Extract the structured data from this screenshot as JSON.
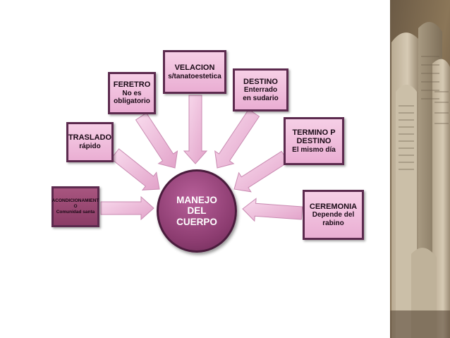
{
  "center": {
    "lines": [
      "MANEJO",
      "DEL",
      "CUERPO"
    ]
  },
  "nodes": {
    "velacion": {
      "title": "VELACION",
      "sub": "s/tanatoestetica"
    },
    "feretro": {
      "title": "FERETRO",
      "sub": "No es obligatorio"
    },
    "destino": {
      "title": "DESTINO",
      "sub": "Enterrado en sudario"
    },
    "traslado": {
      "title": "TRASLADO",
      "sub": "rápido"
    },
    "termino": {
      "title": "TERMINO P DESTINO",
      "sub": "El mismo día"
    },
    "acondicionamiento": {
      "title": "ACONDICIONAMIENT O",
      "sub": "Comunidad santa"
    },
    "ceremonia": {
      "title": "CEREMONIA",
      "sub": "Depende del rabino"
    }
  },
  "colors": {
    "dark_box": "#a8557f",
    "light_box": "#f6cfe6",
    "center": "#8c3c70",
    "arrow": "#eaaed3"
  }
}
